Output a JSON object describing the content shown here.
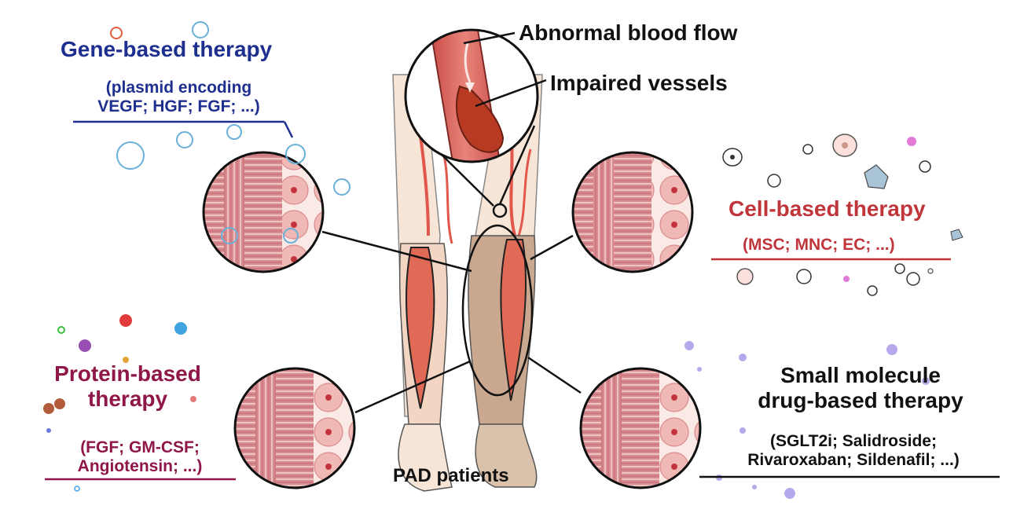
{
  "labels": {
    "abnormal_flow": "Abnormal blood flow",
    "impaired_vessels": "Impaired vessels",
    "patients": "PAD patients"
  },
  "therapies": {
    "gene": {
      "title": "Gene-based therapy",
      "line1": "(plasmid encoding",
      "line2": "VEGF; HGF; FGF; ...)",
      "color": "#1e2f8f"
    },
    "cell": {
      "title": "Cell-based therapy",
      "line1": "(MSC; MNC; EC; ...)",
      "color": "#c0353a"
    },
    "protein": {
      "title1": "Protein-based",
      "title2": "therapy",
      "line1": "(FGF; GM-CSF;",
      "line2": "Angiotensin; ...)",
      "color": "#8f1648"
    },
    "small": {
      "title1": "Small molecule",
      "title2": "drug-based therapy",
      "line1": "(SGLT2i; Salidroside;",
      "line2": "Rivaroxaban; Sildenafil; ...)",
      "color": "#111111"
    }
  },
  "colors": {
    "muscle": "#d9878b",
    "muscle_dark": "#b86468",
    "cell_fill": "#f2c7c5",
    "vessel": "#e2574c",
    "skin": "#f7e6d8",
    "calf_muscle": "#e06a55"
  }
}
